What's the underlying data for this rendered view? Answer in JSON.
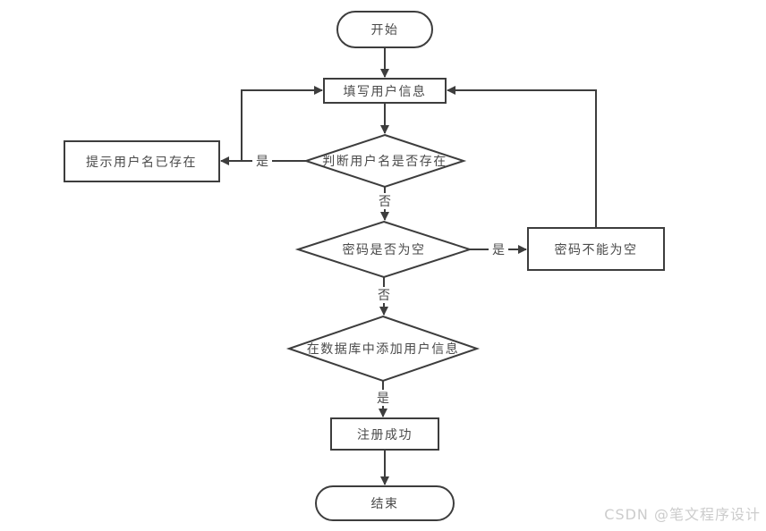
{
  "flowchart": {
    "nodes": {
      "start": {
        "type": "terminator",
        "label": "开始"
      },
      "fill_user_info": {
        "type": "process",
        "label": "填写用户信息"
      },
      "check_username": {
        "type": "decision",
        "label": "判断用户名是否存在"
      },
      "username_exists_tip": {
        "type": "process",
        "label": "提示用户名已存在"
      },
      "check_password_empty": {
        "type": "decision",
        "label": "密码是否为空"
      },
      "password_not_empty_tip": {
        "type": "process",
        "label": "密码不能为空"
      },
      "add_user_to_database": {
        "type": "decision",
        "label": "在数据库中添加用户信息"
      },
      "register_success": {
        "type": "process",
        "label": "注册成功"
      },
      "end": {
        "type": "terminator",
        "label": "结束"
      }
    },
    "edges": [
      {
        "from": "start",
        "to": "fill_user_info",
        "label": ""
      },
      {
        "from": "fill_user_info",
        "to": "check_username",
        "label": ""
      },
      {
        "from": "check_username",
        "to": "username_exists_tip",
        "label": "是"
      },
      {
        "from": "username_exists_tip",
        "to": "fill_user_info",
        "label": ""
      },
      {
        "from": "check_username",
        "to": "check_password_empty",
        "label": "否"
      },
      {
        "from": "check_password_empty",
        "to": "password_not_empty_tip",
        "label": "是"
      },
      {
        "from": "password_not_empty_tip",
        "to": "fill_user_info",
        "label": ""
      },
      {
        "from": "check_password_empty",
        "to": "add_user_to_database",
        "label": "否"
      },
      {
        "from": "add_user_to_database",
        "to": "register_success",
        "label": "是"
      },
      {
        "from": "register_success",
        "to": "end",
        "label": ""
      }
    ],
    "colors": {
      "stroke": "#3d3d3d",
      "text": "#4a4a4a",
      "shape_fill": "#ffffff",
      "background": "#ffffff"
    }
  },
  "watermark": {
    "text": "CSDN @笔文程序设计",
    "color": "#cccccc"
  }
}
